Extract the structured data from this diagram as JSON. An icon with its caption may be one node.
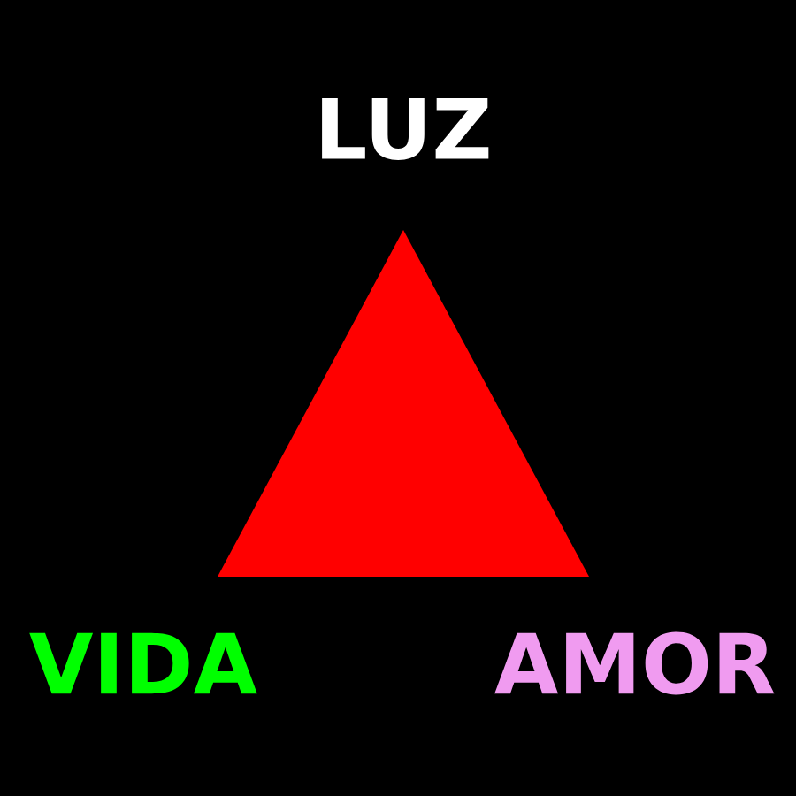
{
  "diagram": {
    "labels": [
      "LUZ",
      "VIDA",
      "AMOR"
    ]
  }
}
